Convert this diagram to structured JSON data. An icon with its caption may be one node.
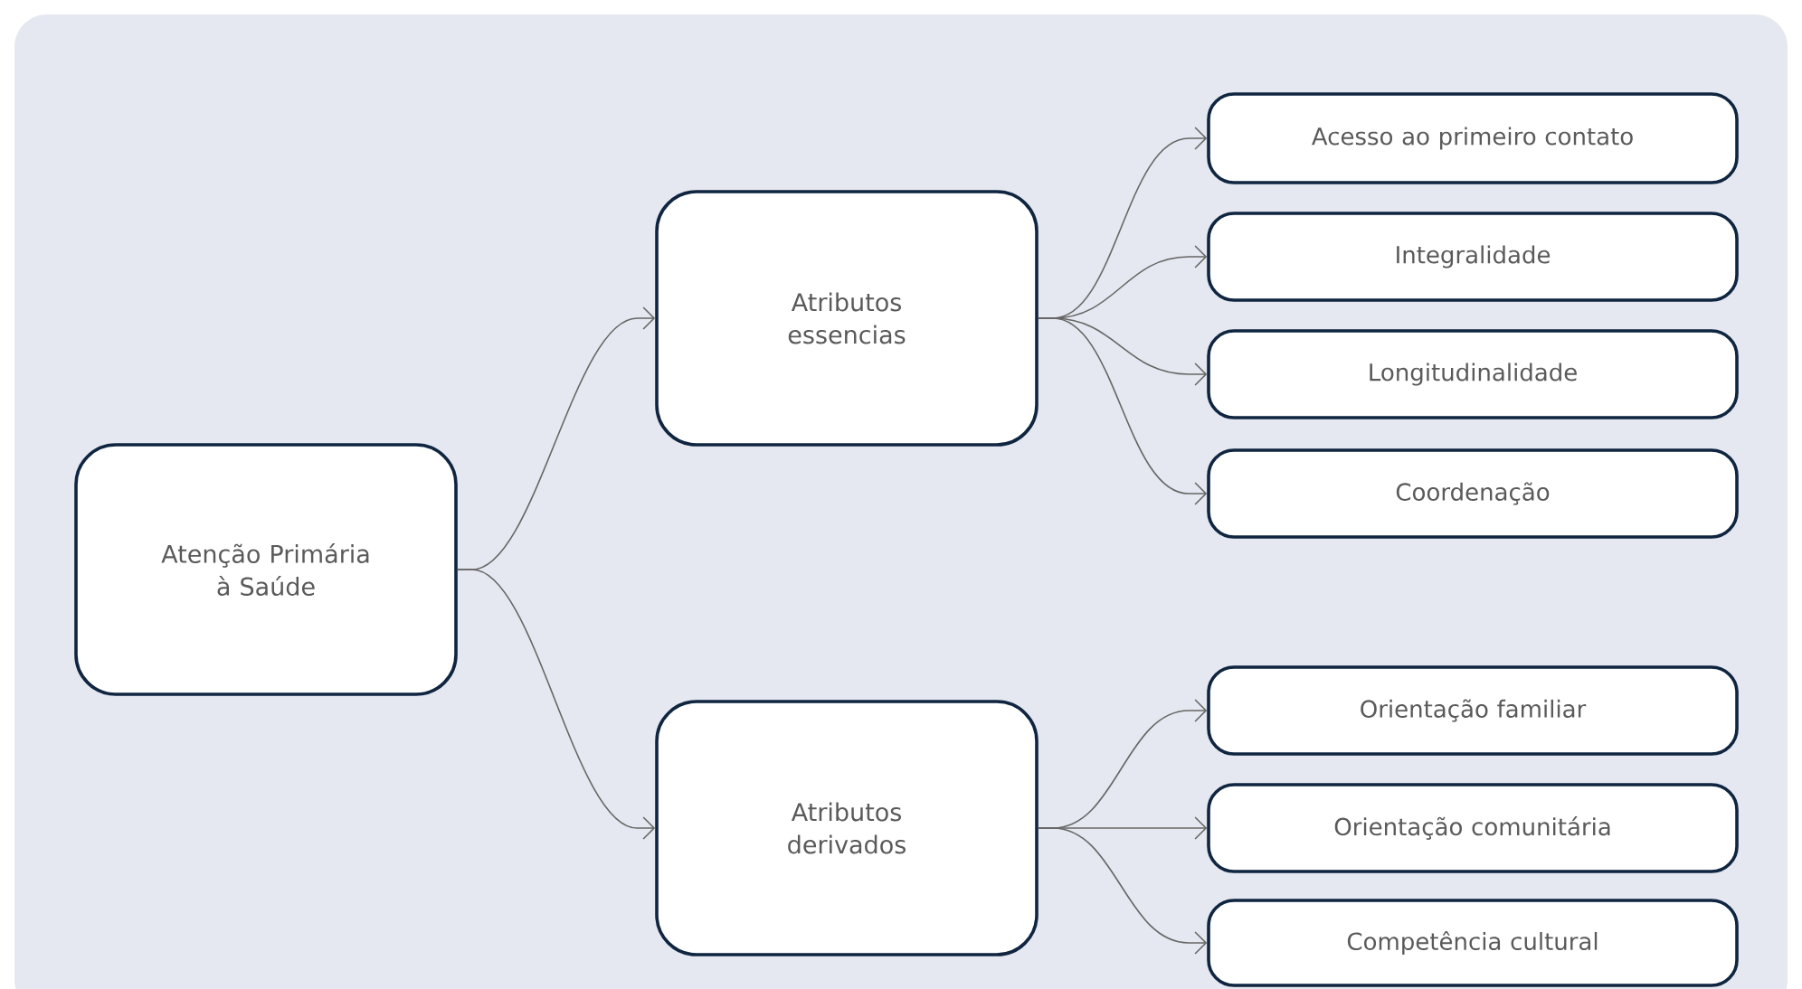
{
  "diagram": {
    "nodes": [
      {
        "text": [
          "Atenção Primária à Saúde"
        ]
      },
      {
        "text": [
          "Atributos essencias"
        ]
      },
      {
        "text": [
          "Atributos derivados"
        ]
      },
      {
        "text": [
          "Acesso ao primeiro contato"
        ]
      },
      {
        "text": [
          "Integralidade"
        ]
      },
      {
        "text": [
          "Longitudinalidade"
        ]
      },
      {
        "text": [
          "Coordenação"
        ]
      },
      {
        "text": [
          "Orientação familiar"
        ]
      },
      {
        "text": [
          "Orientação comunitária"
        ]
      },
      {
        "text": [
          "Competência cultural"
        ]
      }
    ],
    "edges": [
      {
        "from": 0,
        "to": 1,
        "arrow": "to"
      },
      {
        "from": 0,
        "to": 2,
        "arrow": "to"
      },
      {
        "from": 1,
        "to": 3,
        "arrow": "to"
      },
      {
        "from": 1,
        "to": 4,
        "arrow": "to"
      },
      {
        "from": 1,
        "to": 5,
        "arrow": "to"
      },
      {
        "from": 1,
        "to": 6,
        "arrow": "to"
      },
      {
        "from": 2,
        "to": 7,
        "arrow": "to"
      },
      {
        "from": 2,
        "to": 8,
        "arrow": "to"
      },
      {
        "from": 2,
        "to": 9,
        "arrow": "to"
      }
    ]
  }
}
